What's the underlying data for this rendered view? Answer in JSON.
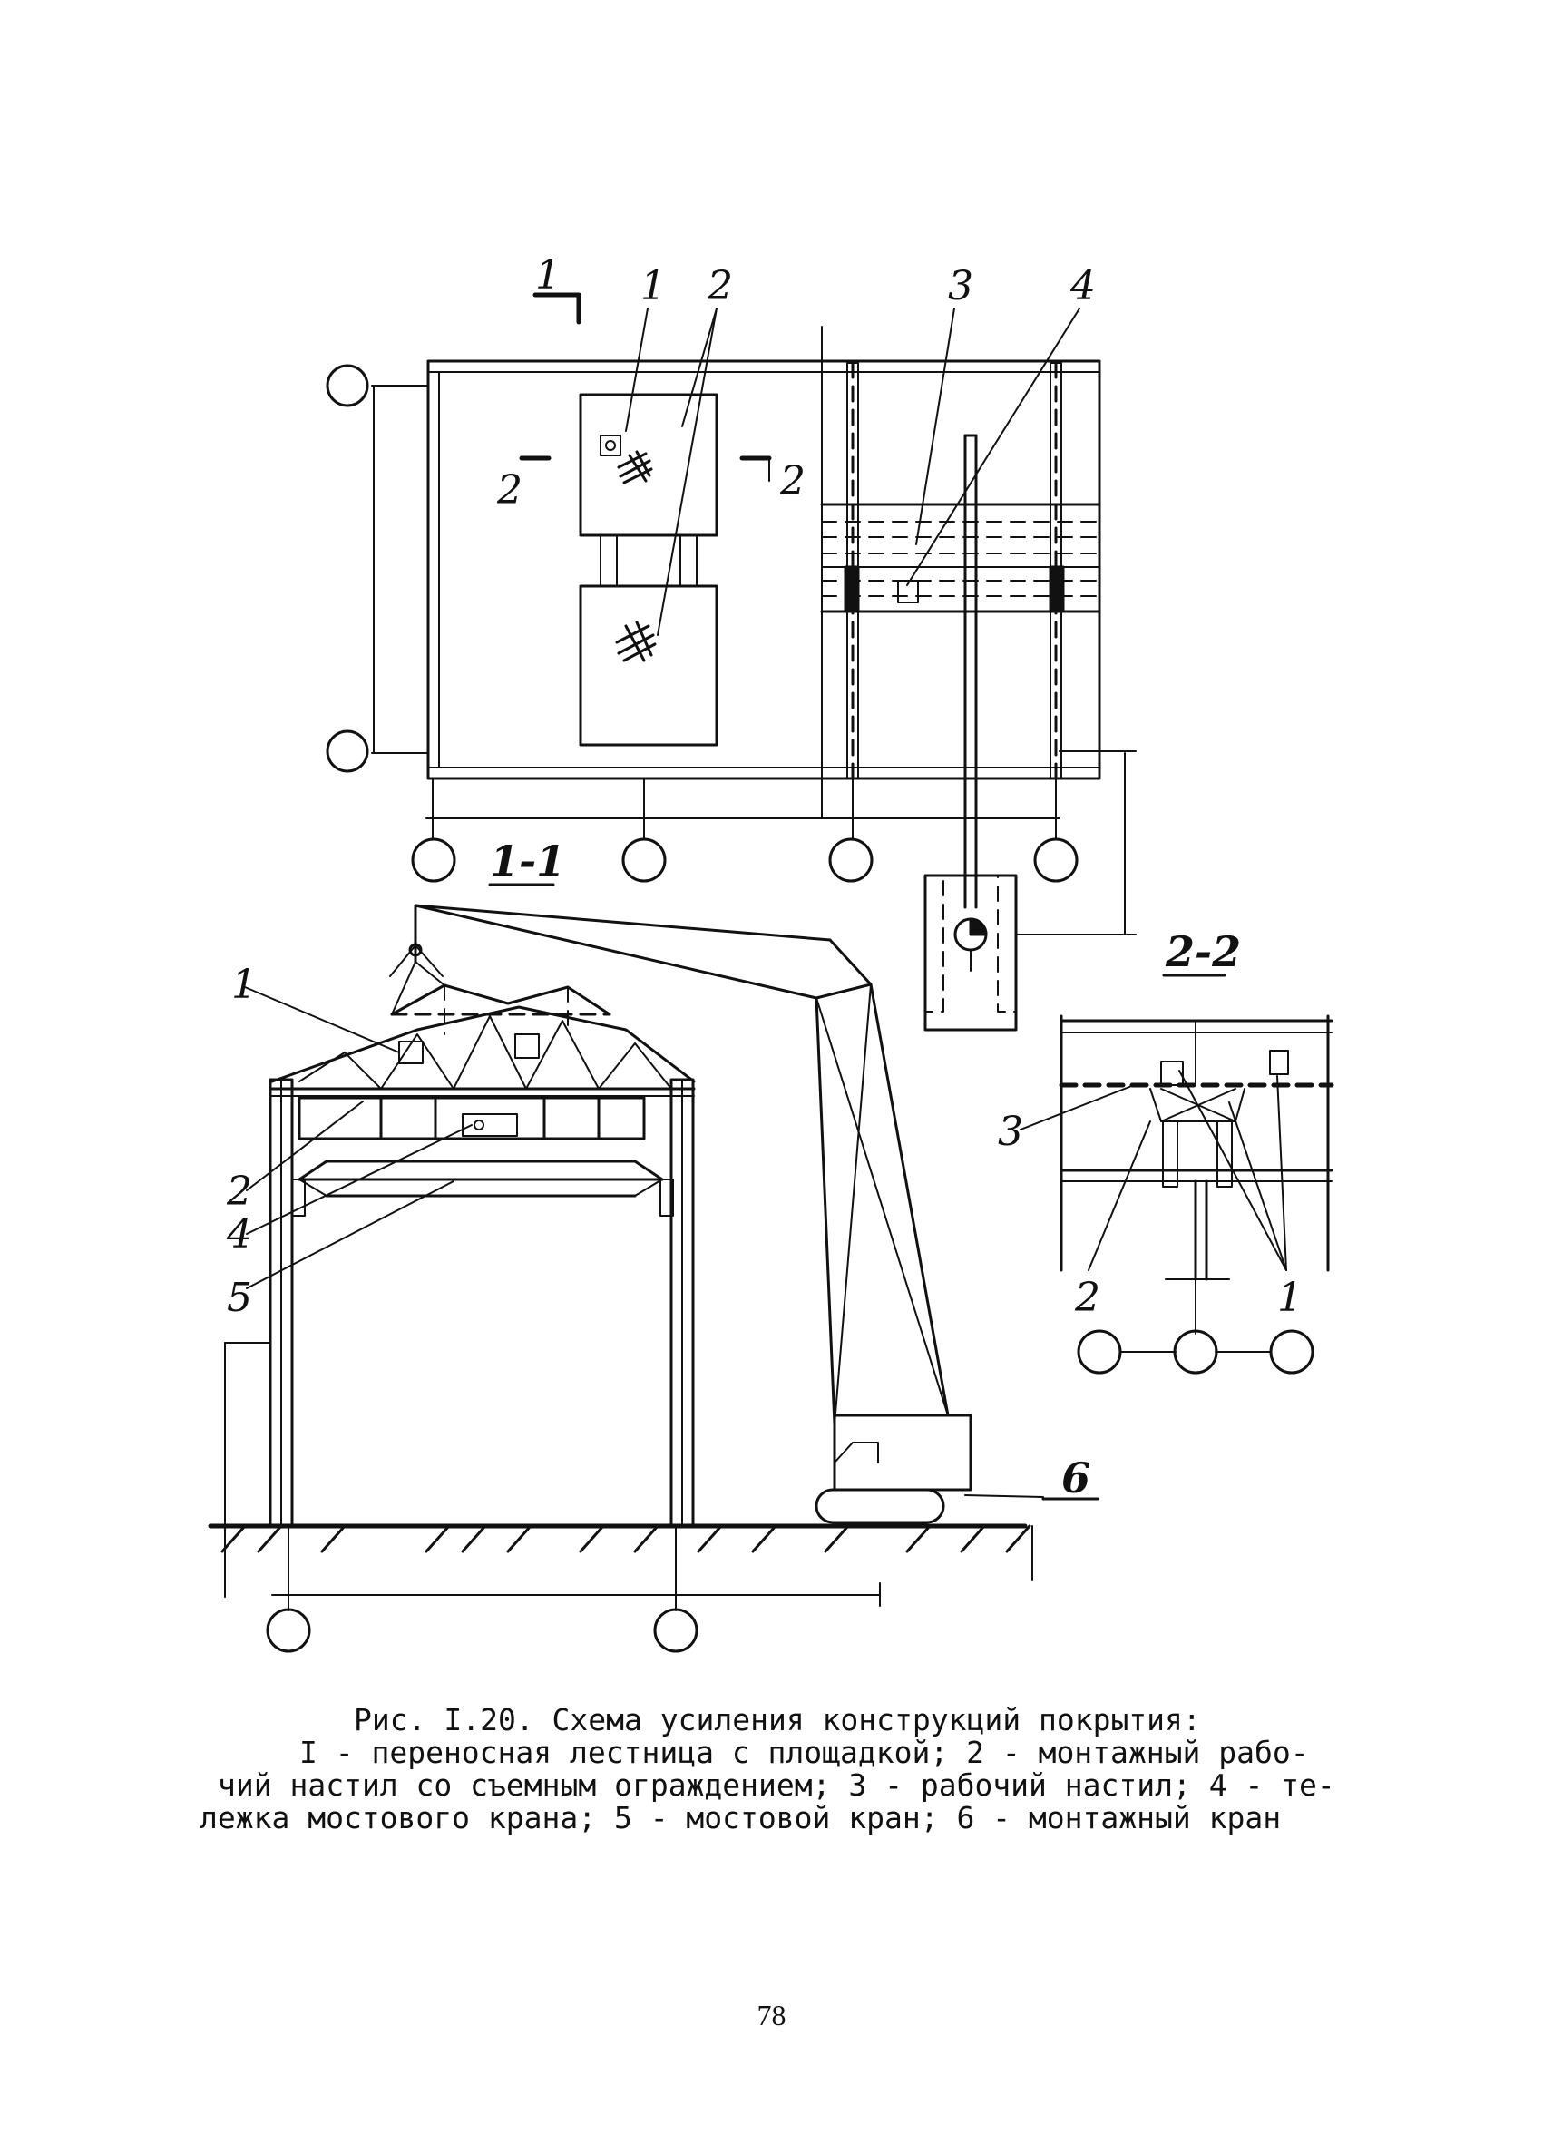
{
  "figure": {
    "callouts": {
      "plan_1": "1",
      "plan_2": "2",
      "plan_3": "3",
      "plan_4": "4",
      "section_1": "1",
      "section_2": "2",
      "section_4": "4",
      "section_5": "5",
      "section_6": "6",
      "detail_1": "1",
      "detail_2": "2",
      "detail_3": "3"
    },
    "section_marks": {
      "cut_1_top": "1",
      "cut_2_left": "2",
      "cut_2_right": "2",
      "section_1_1": "1-1",
      "section_2_2": "2-2"
    }
  },
  "caption": {
    "line1": "Рис. I.20. Схема усиления конструкций покрытия:",
    "line2": "I - переносная лестница с площадкой; 2 - монтажный рабо-",
    "line3": "чий настил со съемным ограждением; 3 - рабочий настил; 4 - те-",
    "line4": "лежка мостового крана; 5 - мостовой кран; 6 - монтажный кран"
  },
  "page_number": "78"
}
